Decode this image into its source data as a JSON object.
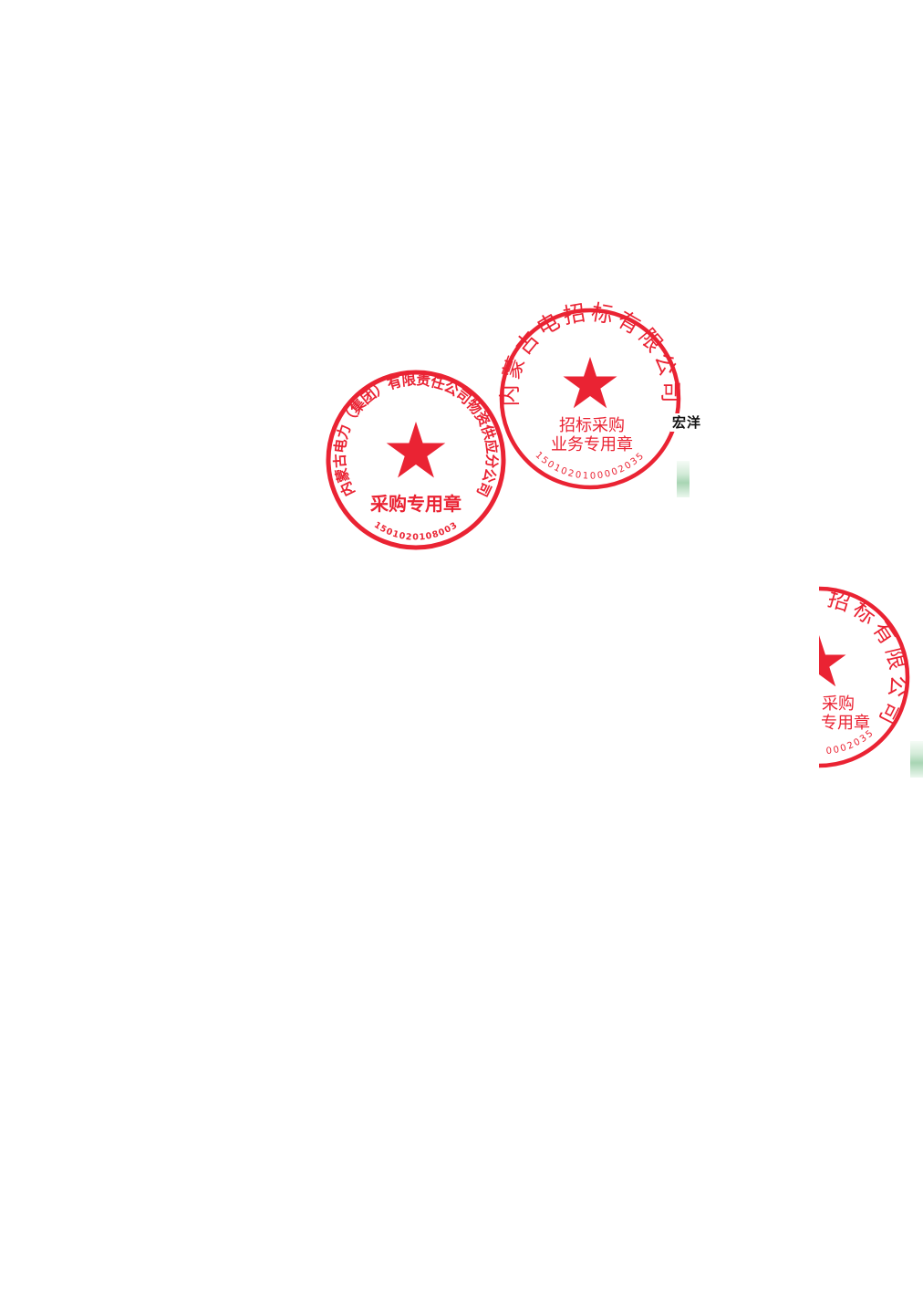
{
  "seals": {
    "purchasing": {
      "ring_text": "内蒙古电力（集团）有限责任公司物资供应分公司",
      "center_text": "采购专用章",
      "number": "1501020108003",
      "color": "#ea2333"
    },
    "bidding": {
      "ring_text": "内蒙古电招标有限公司",
      "center_line_1": "招标采购",
      "center_line_2": "业务专用章",
      "number": "1501020100002035",
      "color": "#ea2333"
    },
    "bidding_partial": {
      "ring_text": "招标有限公司",
      "center_line_1": "采购",
      "center_line_2": "专用章",
      "number": "0002035",
      "color": "#ea2333"
    }
  },
  "signature": {
    "name": "宏洋"
  },
  "colors": {
    "seal_red": "#ea2333",
    "signature_mark": "#9ed0ab"
  }
}
